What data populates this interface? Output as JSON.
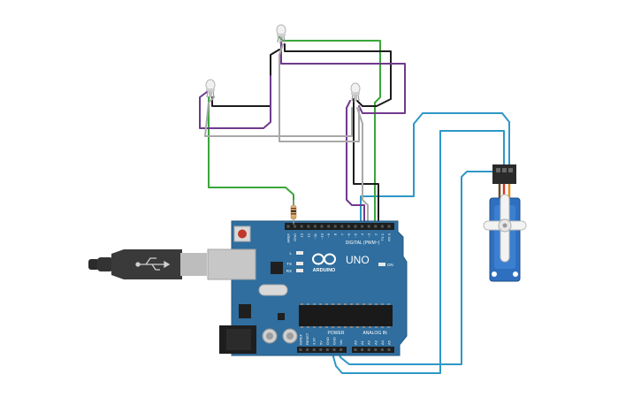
{
  "board": {
    "brand_label": "ARDUINO",
    "model_label": "UNO",
    "digital_label": "DIGITAL (PWM~)",
    "power_label": "POWER",
    "analog_label": "ANALOG IN",
    "on_label": "ON",
    "l_label": "L",
    "tx_label": "TX",
    "rx_label": "RX",
    "digital_pins": [
      "AREF",
      "GND",
      "13",
      "12",
      "~11",
      "~10",
      "~9",
      "8",
      "7",
      "~6",
      "~5",
      "4",
      "~3",
      "2",
      "TX 1",
      "RX 0"
    ],
    "power_pins": [
      "IOREF",
      "RESET",
      "3.3V",
      "5V",
      "GND",
      "GND",
      "Vin"
    ],
    "analog_pins": [
      "A0",
      "A1",
      "A2",
      "A3",
      "A4",
      "A5"
    ]
  },
  "components": {
    "leds": [
      "rgb-led-left",
      "rgb-led-center",
      "rgb-led-right"
    ],
    "resistor": "resistor",
    "servo": "micro-servo",
    "usb_cable": "usb-b-cable"
  },
  "colors": {
    "board": "#2f6e9e",
    "board_edge": "#255a82",
    "wire_green": "#3aa63a",
    "wire_black": "#1d1d1d",
    "wire_purple": "#6f3a8c",
    "wire_gray": "#a8a8a8",
    "wire_blue": "#2e97c7",
    "servo_body": "#2f6fbf",
    "cable": "#3a3a3a"
  }
}
